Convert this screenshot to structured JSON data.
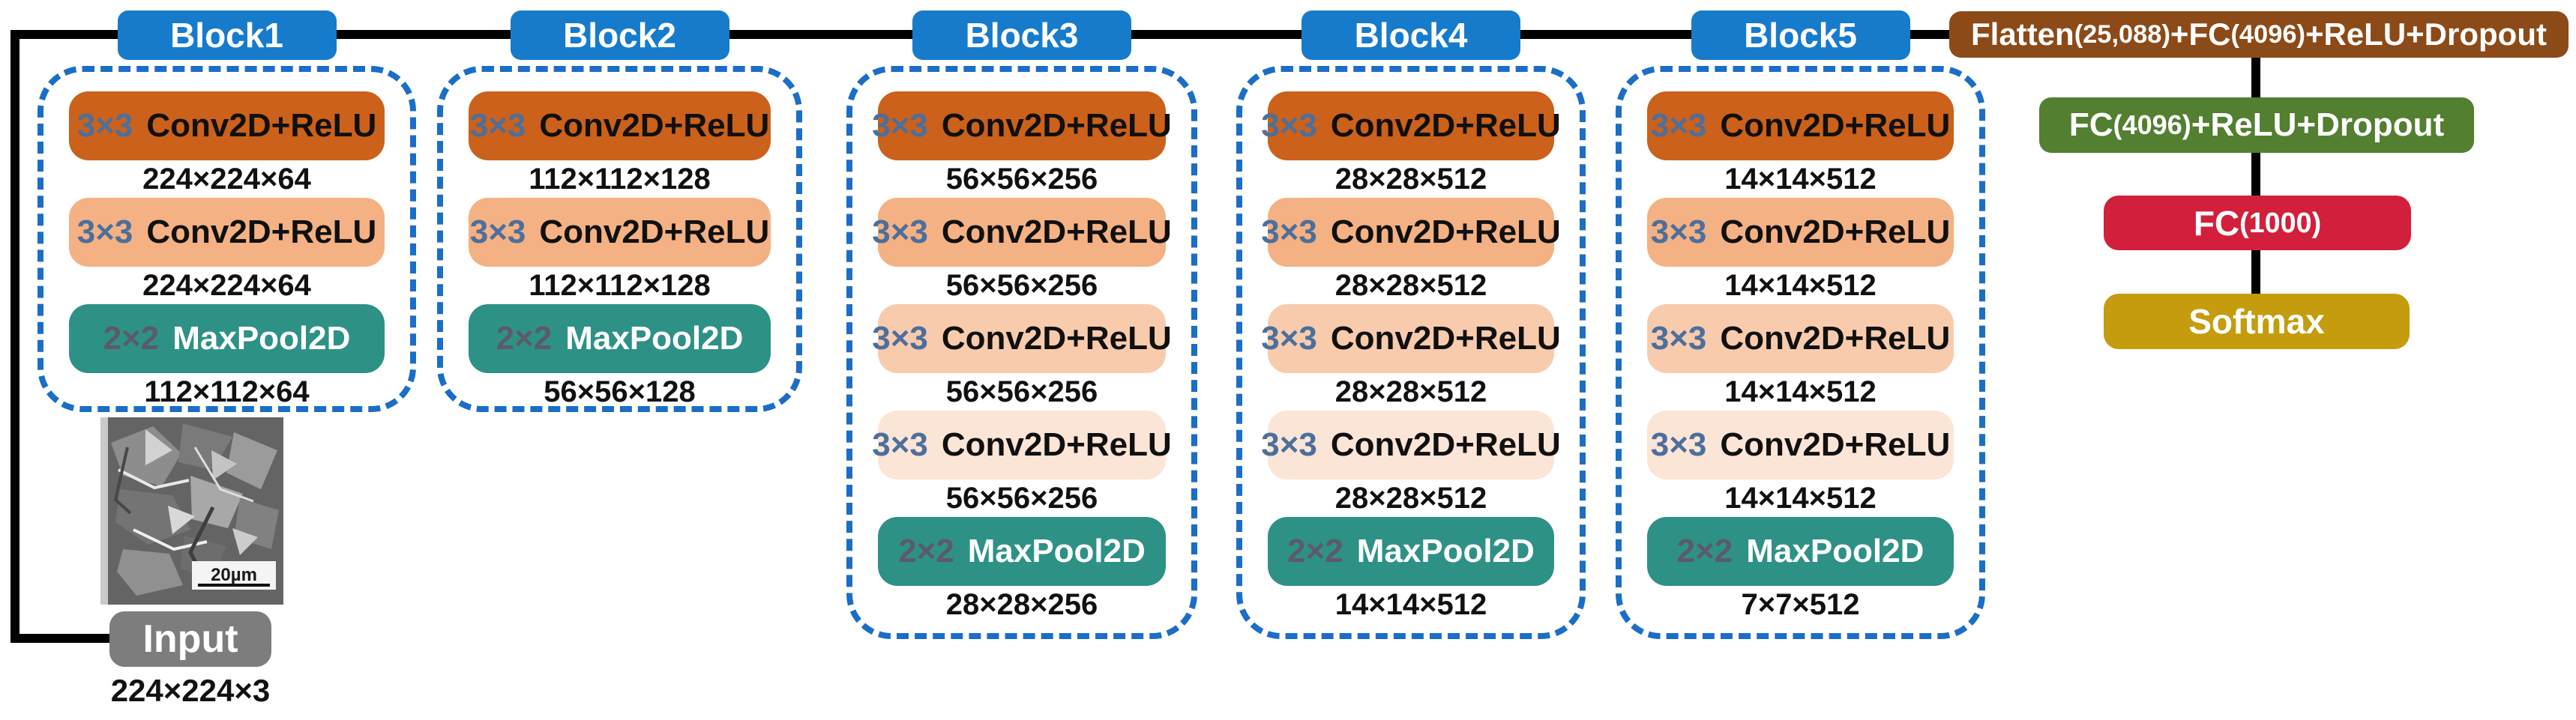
{
  "diagram_title": "VGG CNN architecture",
  "colors": {
    "label": "#177bcc",
    "dash": "#1b6ec6",
    "conv0": "#cb611a",
    "conv1": "#f4b183",
    "conv2": "#f8cbad",
    "conv3": "#fbe5d6",
    "pool": "#2e9186",
    "kernel": "#4c6f9c",
    "poolKernel": "#5c5a68",
    "flatten": "#8c4a18",
    "fc1": "#527f30",
    "fc2": "#d2203c",
    "softmax": "#c49c0e",
    "input": "#7d7d7d"
  },
  "blocks": [
    {
      "label": "Block1",
      "layers": [
        {
          "type": "conv",
          "tone": 0,
          "kernel": "3×3",
          "name": "Conv2D+ReLU",
          "out": "224×224×64"
        },
        {
          "type": "conv",
          "tone": 1,
          "kernel": "3×3",
          "name": "Conv2D+ReLU",
          "out": "224×224×64"
        },
        {
          "type": "pool",
          "kernel": "2×2",
          "name": "MaxPool2D",
          "out": "112×112×64"
        }
      ]
    },
    {
      "label": "Block2",
      "layers": [
        {
          "type": "conv",
          "tone": 0,
          "kernel": "3×3",
          "name": "Conv2D+ReLU",
          "out": "112×112×128"
        },
        {
          "type": "conv",
          "tone": 1,
          "kernel": "3×3",
          "name": "Conv2D+ReLU",
          "out": "112×112×128"
        },
        {
          "type": "pool",
          "kernel": "2×2",
          "name": "MaxPool2D",
          "out": "56×56×128"
        }
      ]
    },
    {
      "label": "Block3",
      "layers": [
        {
          "type": "conv",
          "tone": 0,
          "kernel": "3×3",
          "name": "Conv2D+ReLU",
          "out": "56×56×256"
        },
        {
          "type": "conv",
          "tone": 1,
          "kernel": "3×3",
          "name": "Conv2D+ReLU",
          "out": "56×56×256"
        },
        {
          "type": "conv",
          "tone": 2,
          "kernel": "3×3",
          "name": "Conv2D+ReLU",
          "out": "56×56×256"
        },
        {
          "type": "conv",
          "tone": 3,
          "kernel": "3×3",
          "name": "Conv2D+ReLU",
          "out": "56×56×256"
        },
        {
          "type": "pool",
          "kernel": "2×2",
          "name": "MaxPool2D",
          "out": "28×28×256"
        }
      ]
    },
    {
      "label": "Block4",
      "layers": [
        {
          "type": "conv",
          "tone": 0,
          "kernel": "3×3",
          "name": "Conv2D+ReLU",
          "out": "28×28×512"
        },
        {
          "type": "conv",
          "tone": 1,
          "kernel": "3×3",
          "name": "Conv2D+ReLU",
          "out": "28×28×512"
        },
        {
          "type": "conv",
          "tone": 2,
          "kernel": "3×3",
          "name": "Conv2D+ReLU",
          "out": "28×28×512"
        },
        {
          "type": "conv",
          "tone": 3,
          "kernel": "3×3",
          "name": "Conv2D+ReLU",
          "out": "28×28×512"
        },
        {
          "type": "pool",
          "kernel": "2×2",
          "name": "MaxPool2D",
          "out": "14×14×512"
        }
      ]
    },
    {
      "label": "Block5",
      "layers": [
        {
          "type": "conv",
          "tone": 0,
          "kernel": "3×3",
          "name": "Conv2D+ReLU",
          "out": "14×14×512"
        },
        {
          "type": "conv",
          "tone": 1,
          "kernel": "3×3",
          "name": "Conv2D+ReLU",
          "out": "14×14×512"
        },
        {
          "type": "conv",
          "tone": 2,
          "kernel": "3×3",
          "name": "Conv2D+ReLU",
          "out": "14×14×512"
        },
        {
          "type": "conv",
          "tone": 3,
          "kernel": "3×3",
          "name": "Conv2D+ReLU",
          "out": "14×14×512"
        },
        {
          "type": "pool",
          "kernel": "2×2",
          "name": "MaxPool2D",
          "out": "7×7×512"
        }
      ]
    }
  ],
  "head": {
    "flatten": {
      "a": "Flatten",
      "b": "(25,088)",
      "c": "+FC",
      "d": "(4096)",
      "e": "+ReLU+Dropout"
    },
    "fc1": {
      "a": "FC",
      "b": "(4096)",
      "c": "+ReLU+Dropout"
    },
    "fc2": {
      "a": "FC",
      "b": "(1000)"
    },
    "softmax": "Softmax"
  },
  "input": {
    "label": "Input",
    "dims": "224×224×3",
    "scale_bar": "20µm",
    "image_alt": "SEM fracture-surface micrograph"
  }
}
